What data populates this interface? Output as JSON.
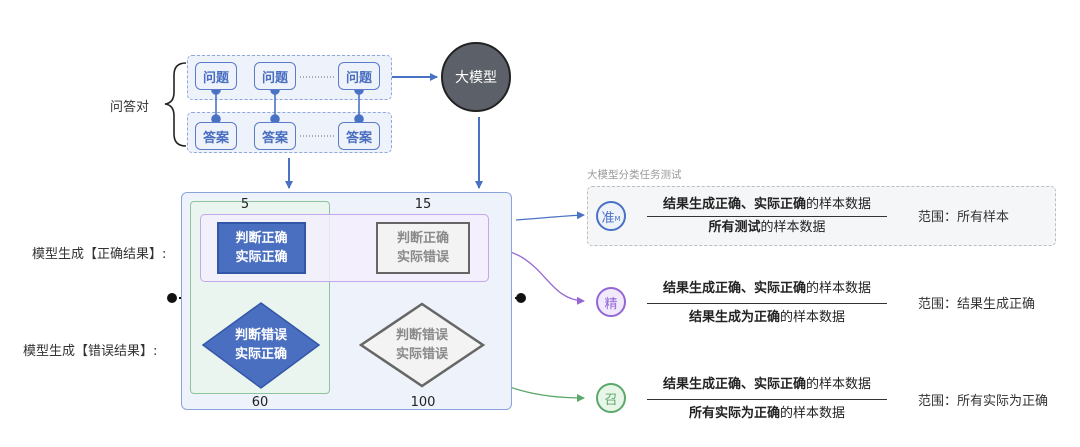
{
  "qa_section": {
    "label": "问答对",
    "question_label": "问题",
    "answer_label": "答案",
    "ellipsis": "··········"
  },
  "llm": {
    "label": "大模型"
  },
  "matrix": {
    "row_labels": {
      "positive": "模型生成【正确结果】:",
      "negative": "模型生成【错误结果】:"
    },
    "cells": {
      "tp": {
        "line1": "判断正确",
        "line2": "实际正确",
        "count": "5"
      },
      "fp": {
        "line1": "判断正确",
        "line2": "实际错误",
        "count": "15"
      },
      "fn": {
        "line1": "判断错误",
        "line2": "实际正确",
        "count": "60"
      },
      "tn": {
        "line1": "判断错误",
        "line2": "实际错误",
        "count": "100"
      }
    }
  },
  "metrics_group_label": "大模型分类任务测试",
  "metrics": [
    {
      "icon_char": "准",
      "icon_sub": "M",
      "color": "#4a72c4",
      "fill": "#eef2fb",
      "numerator_bold": "结果生成正确、实际正确",
      "numerator_rest": "的样本数据",
      "denominator_bold": "所有测试",
      "denominator_rest": "的样本数据",
      "scope": "范围：所有样本"
    },
    {
      "icon_char": "精",
      "icon_sub": "",
      "color": "#9466d6",
      "fill": "#f1eafc",
      "numerator_bold": "结果生成正确、实际正确",
      "numerator_rest": "的样本数据",
      "denominator_bold": "结果生成为正确",
      "denominator_rest": "的样本数据",
      "scope": "范围：结果生成正确"
    },
    {
      "icon_char": "召",
      "icon_sub": "",
      "color": "#5ba86a",
      "fill": "#e8f6ea",
      "numerator_bold": "结果生成正确、实际正确",
      "numerator_rest": "的样本数据",
      "denominator_bold": "所有实际为正确",
      "denominator_rest": "的样本数据",
      "scope": "范围：所有实际为正确"
    }
  ]
}
